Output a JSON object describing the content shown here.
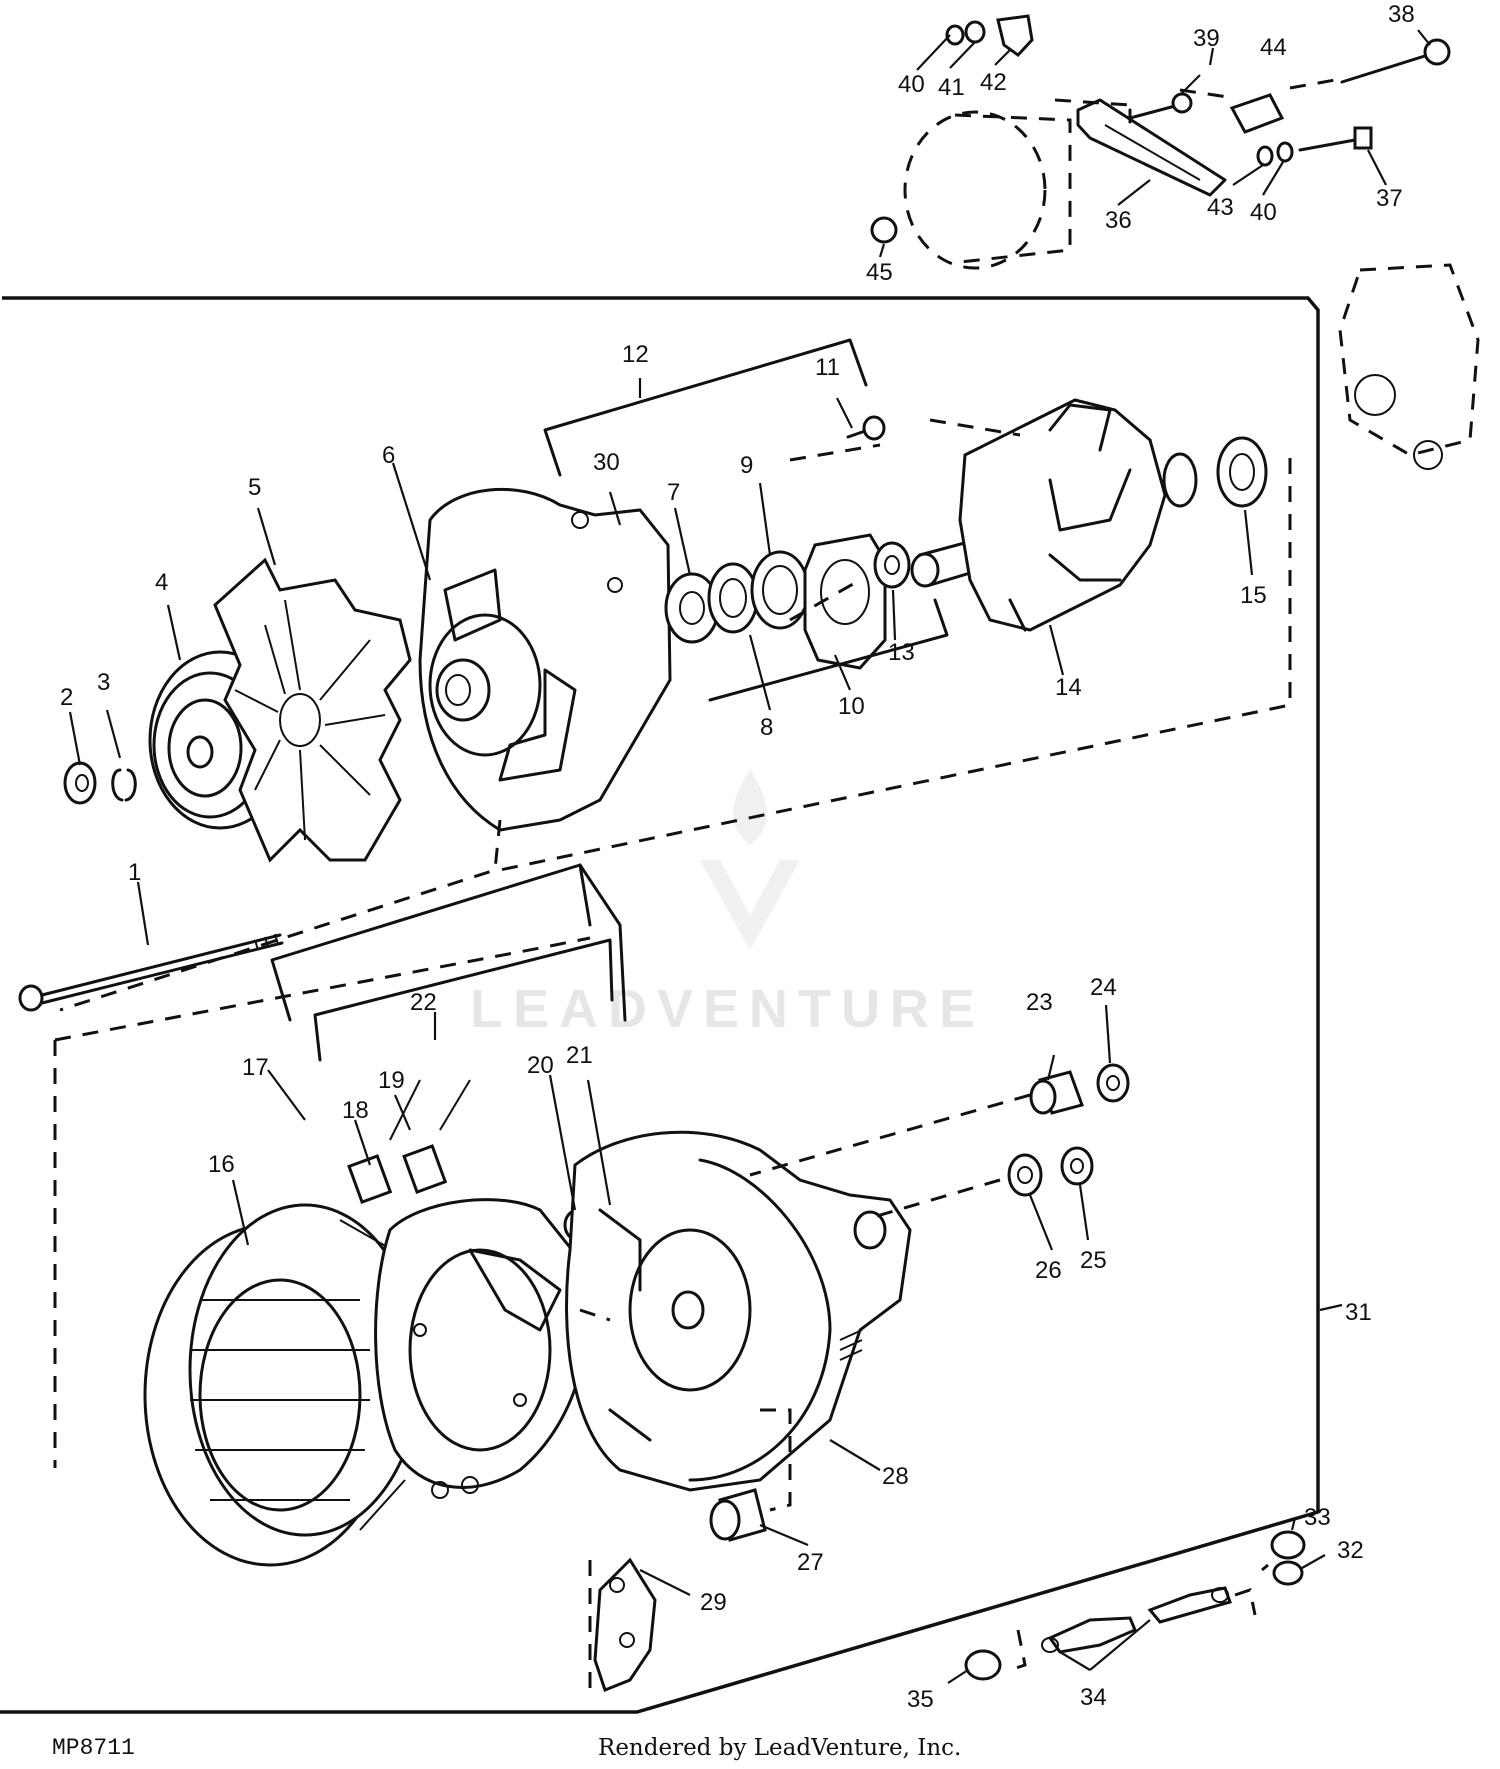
{
  "figure_id": "MP8711",
  "credit": "Rendered by LeadVenture, Inc.",
  "watermark": "LEADVENTURE",
  "callouts": [
    "1",
    "2",
    "3",
    "4",
    "5",
    "6",
    "7",
    "8",
    "9",
    "10",
    "11",
    "12",
    "13",
    "14",
    "15",
    "16",
    "17",
    "18",
    "19",
    "20",
    "21",
    "22",
    "23",
    "24",
    "25",
    "26",
    "27",
    "28",
    "29",
    "30",
    "31",
    "32",
    "33",
    "34",
    "35",
    "36",
    "37",
    "38",
    "39",
    "40",
    "41",
    "42",
    "43",
    "44",
    "45"
  ],
  "icons": {
    "watermark_logo": "flame-v-logo-icon"
  }
}
